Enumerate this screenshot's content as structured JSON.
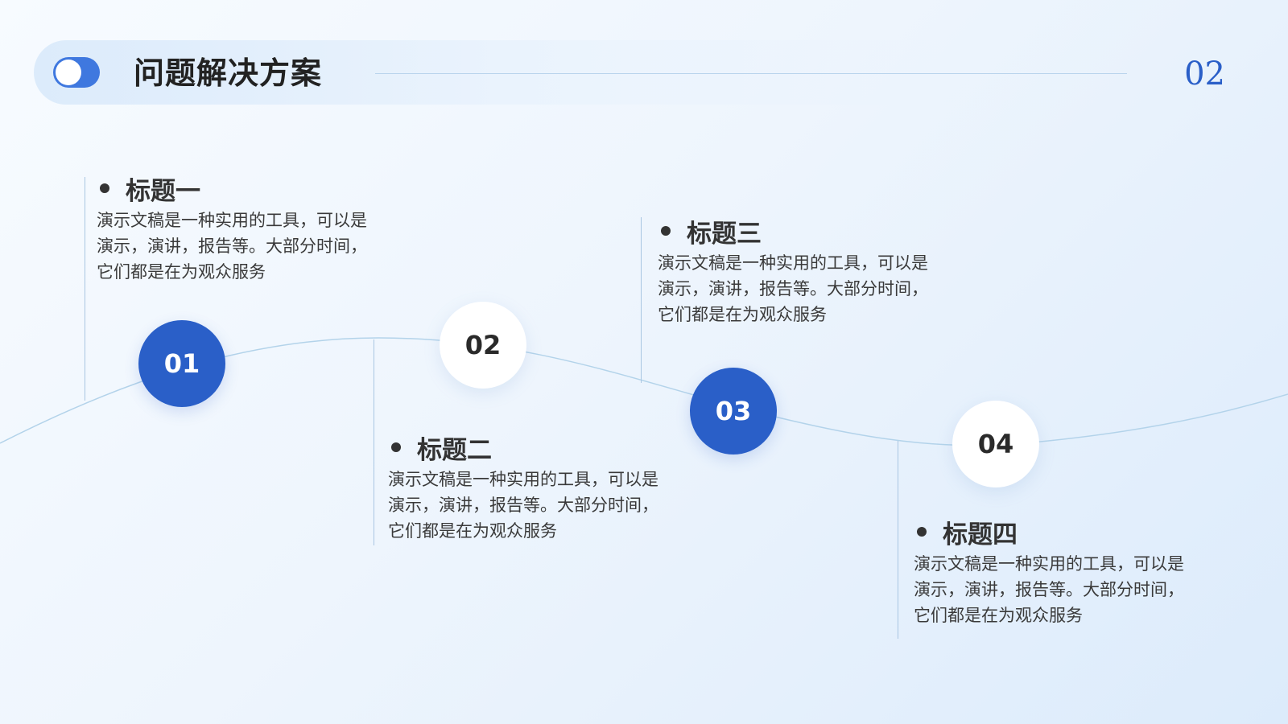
{
  "header": {
    "title": "问题解决方案",
    "page_number": "02"
  },
  "steps": [
    {
      "number": "01",
      "title": "标题一",
      "description": "演示文稿是一种实用的工具，可以是演示，演讲，报告等。大部分时间，它们都是在为观众服务"
    },
    {
      "number": "02",
      "title": "标题二",
      "description": "演示文稿是一种实用的工具，可以是演示，演讲，报告等。大部分时间，它们都是在为观众服务"
    },
    {
      "number": "03",
      "title": "标题三",
      "description": "演示文稿是一种实用的工具，可以是演示，演讲，报告等。大部分时间，它们都是在为观众服务"
    },
    {
      "number": "04",
      "title": "标题四",
      "description": "演示文稿是一种实用的工具，可以是演示，演讲，报告等。大部分时间，它们都是在为观众服务"
    }
  ],
  "colors": {
    "accent": "#2a5fc8",
    "toggle": "#3f78df",
    "line": "#a9c6e2",
    "text": "#333333"
  },
  "icons": {
    "toggle": "toggle-switch-icon",
    "bullet": "bullet-dot-icon"
  }
}
